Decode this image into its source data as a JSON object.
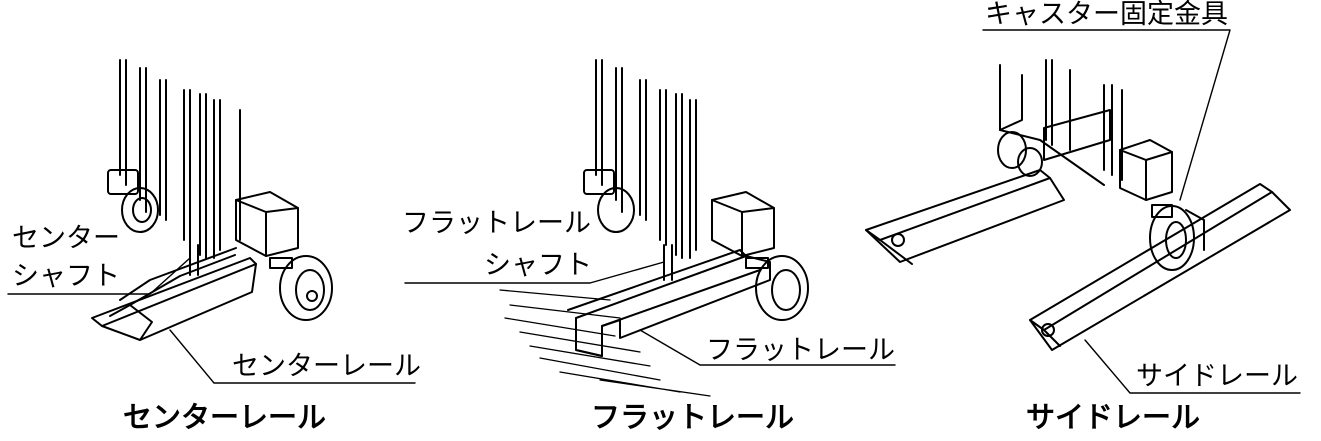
{
  "panels": [
    {
      "caption": "センターレール",
      "callouts": [
        "センター",
        "シャフト",
        "センターレール"
      ]
    },
    {
      "caption": "フラットレール",
      "callouts": [
        "フラットレール",
        "シャフト",
        "フラットレール"
      ]
    },
    {
      "caption": "サイドレール",
      "callouts": [
        "キャスター固定金具",
        "サイドレール"
      ]
    }
  ],
  "colors": {
    "line": "#000000",
    "background": "#ffffff"
  }
}
